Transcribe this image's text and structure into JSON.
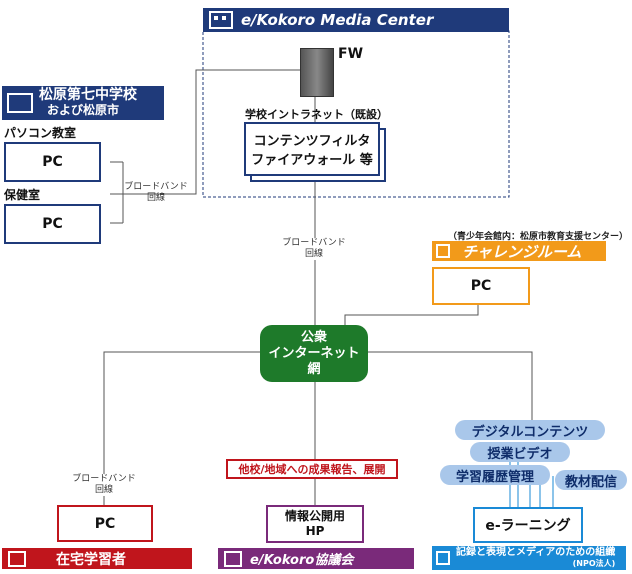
{
  "media_center": {
    "title": "e/Kokoro Media Center",
    "fw": "FW",
    "intranet_label": "学校イントラネット（既設）",
    "filter_line1": "コンテンツフィルタ",
    "filter_line2": "ファイアウォール 等"
  },
  "school": {
    "title": "松原第七中学校",
    "subtitle": "および松原市",
    "room1": "パソコン教室",
    "room2": "保健室",
    "pc": "PC"
  },
  "broadband": {
    "line1": "ブロードバンド",
    "line2": "回線"
  },
  "challenge": {
    "note": "（青少年会館内：松原市教育支援センター）",
    "title": "チャレンジルーム",
    "pc": "PC"
  },
  "internet": {
    "line1": "公衆",
    "line2": "インターネット",
    "line3": "網"
  },
  "home": {
    "title": "在宅学習者",
    "pc": "PC"
  },
  "kokoro": {
    "report": "他校/地域への成果報告、展開",
    "hp_line1": "情報公開用",
    "hp_line2": "HP",
    "title": "e/Kokoro協議会"
  },
  "elearning": {
    "digital": "デジタルコンテンツ",
    "video": "授業ビデオ",
    "history": "学習履歴管理",
    "materials": "教材配信",
    "main": "e-ラーニング",
    "org_title": "記録と表現とメディアのための組織",
    "org_sub": "(NPO法人)"
  },
  "colors": {
    "navy": "#1f3a7a",
    "orange": "#f29a1a",
    "green": "#1e7a2a",
    "red": "#c0151c",
    "purple": "#7a2a7a",
    "blue": "#1a8ad6",
    "pill": "#a9c7ea"
  }
}
